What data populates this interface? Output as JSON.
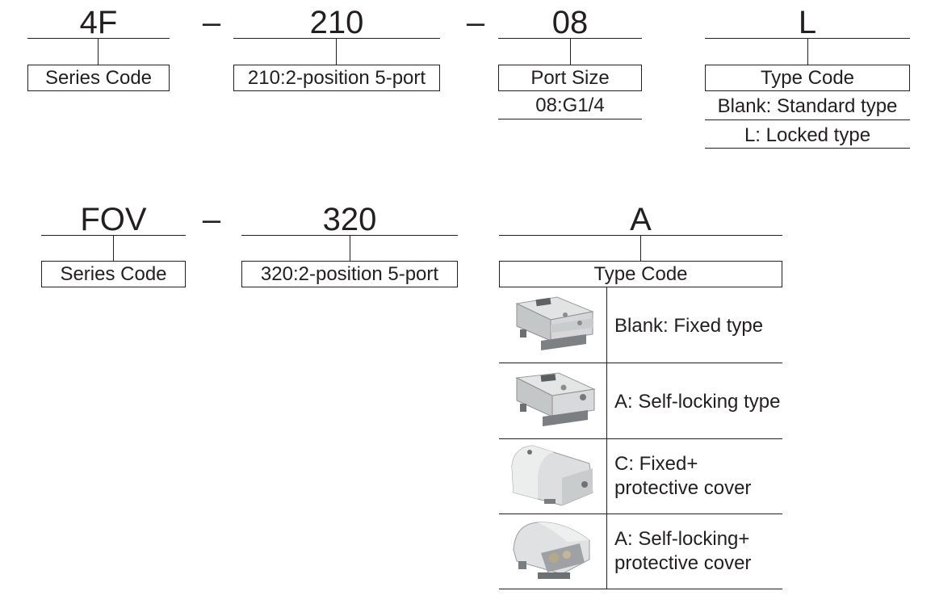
{
  "row1": {
    "series": "4F",
    "sep1": "–",
    "position": "210",
    "sep2": "–",
    "port": "08",
    "type": "L",
    "series_label": "Series Code",
    "position_label": "210:2-position 5-port",
    "port_label": "Port Size",
    "port_options": [
      "08:G1/4"
    ],
    "type_label": "Type Code",
    "type_options": [
      "Blank: Standard type",
      "L: Locked type"
    ]
  },
  "row2": {
    "series": "FOV",
    "sep1": "–",
    "position": "320",
    "type": "A",
    "series_label": "Series Code",
    "position_label": "320:2-position 5-port",
    "type_label": "Type Code",
    "type_options": [
      {
        "text": "Blank: Fixed type",
        "icon": "foot-pedal-fixed-icon"
      },
      {
        "text": "A: Self-locking type",
        "icon": "foot-pedal-self-locking-icon"
      },
      {
        "text": "C: Fixed+\nprotective cover",
        "line1": "C: Fixed+",
        "line2": "protective cover",
        "icon": "foot-pedal-covered-icon"
      },
      {
        "text": "A: Self-locking+\nprotective cover",
        "line1": "A: Self-locking+",
        "line2": "protective cover",
        "icon": "foot-pedal-covered-locking-icon"
      }
    ]
  }
}
